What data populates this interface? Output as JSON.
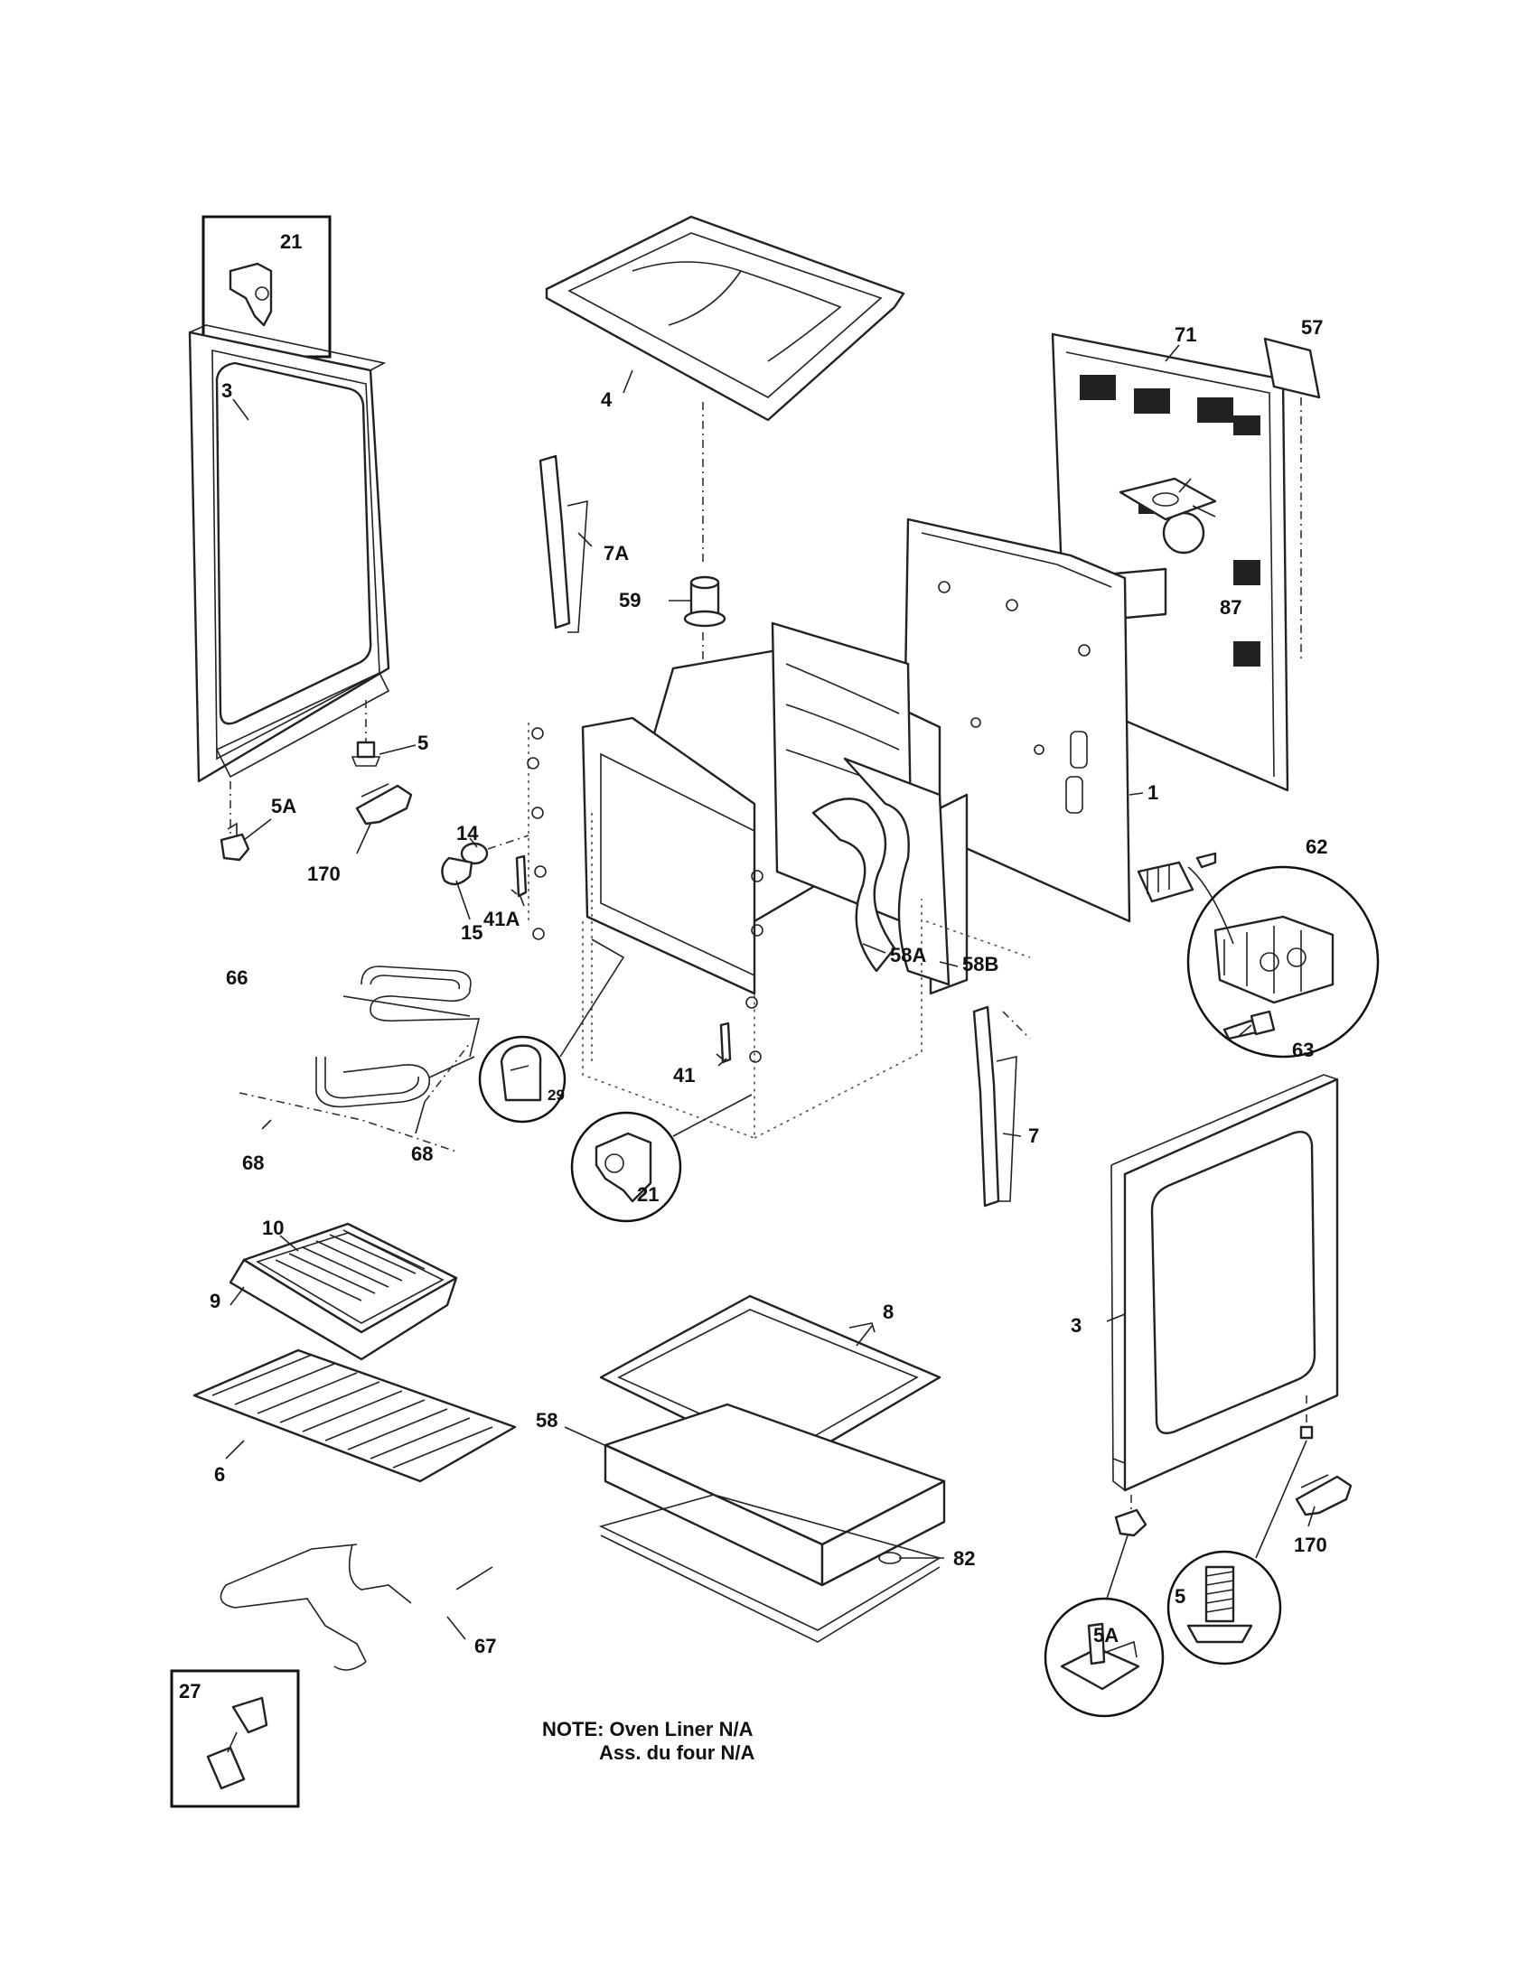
{
  "callouts": {
    "c21_box": "21",
    "c3_left": "3",
    "c4": "4",
    "c57": "57",
    "c71": "71",
    "c7a": "7A",
    "c59": "59",
    "c87": "87",
    "c5_left": "5",
    "c5a_left": "5A",
    "c1": "1",
    "c170_left": "170",
    "c14": "14",
    "c15": "15",
    "c62": "62",
    "c41a": "41A",
    "c58a": "58A",
    "c58b": "58B",
    "c66": "66",
    "c29": "29",
    "c41": "41",
    "c63": "63",
    "c68_a": "68",
    "c68_b": "68",
    "c7": "7",
    "c21_circle": "21",
    "c10": "10",
    "c9": "9",
    "c8": "8",
    "c3_right": "3",
    "c6": "6",
    "c58": "58",
    "c82": "82",
    "c170_right": "170",
    "c67": "67",
    "c27": "27",
    "c5_circle": "5",
    "c5a_circle": "5A"
  },
  "note": {
    "line1": "NOTE: Oven Liner N/A",
    "line2": "Ass. du four N/A"
  }
}
